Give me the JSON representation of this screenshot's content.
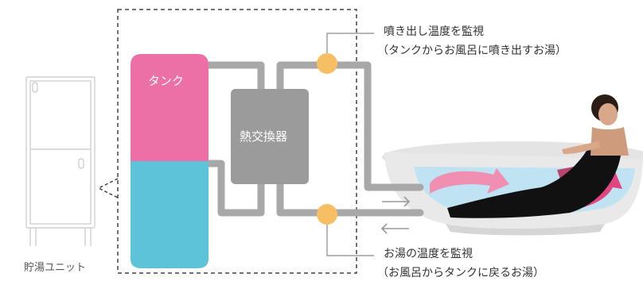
{
  "tank": {
    "label": "タンク",
    "color_top": "#ec6fa6",
    "color_bottom": "#5cc3d8"
  },
  "exchanger": {
    "label": "熱交換器",
    "color": "#9b9b9b"
  },
  "storage_unit": {
    "label": "貯湯ユニット"
  },
  "sensors": {
    "outlet": {
      "line1": "噴き出し温度を監視",
      "line2": "（タンクからお風呂に噴き出すお湯）"
    },
    "return": {
      "line1": "お湯の温度を監視",
      "line2": "（お風呂からタンクに戻るお湯）"
    }
  },
  "colors": {
    "pipe": "#a8a8a8",
    "sensor": "#f7bf63",
    "border": "#444444",
    "water": "#bfe3f2",
    "flow_pink": "#f08fb1"
  }
}
